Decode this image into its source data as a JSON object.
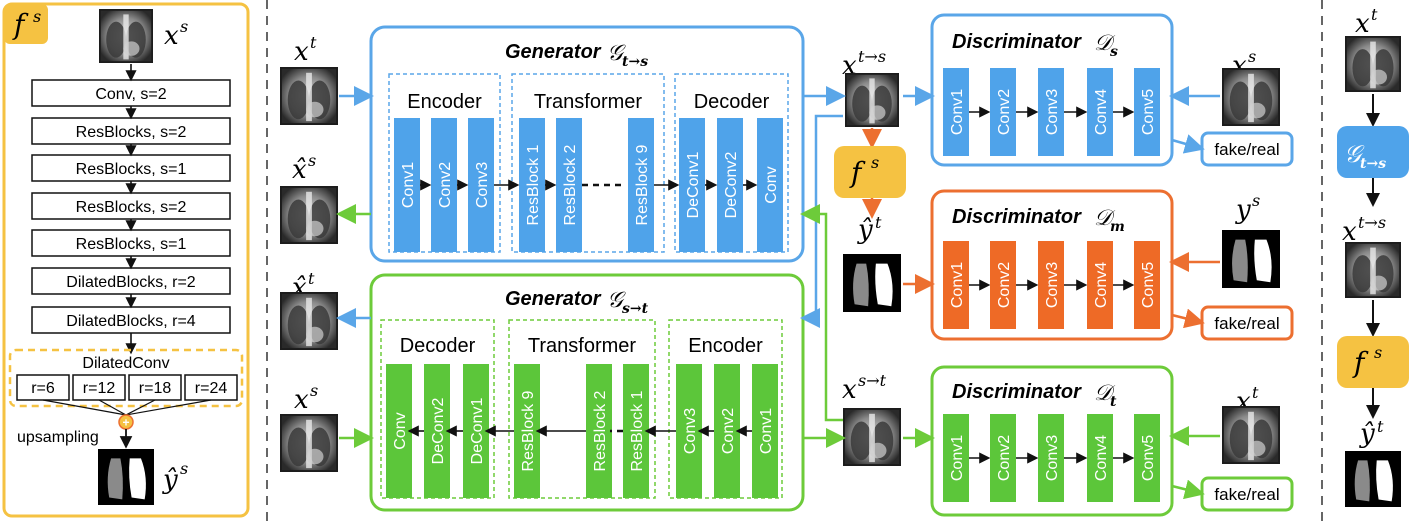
{
  "colors": {
    "yellow": "#F5C242",
    "blue": "#5AA6E8",
    "orange": "#EC6F30",
    "green": "#6DCB3A",
    "block_blue": "#4FA3EA",
    "block_orange": "#EE6A26",
    "block_green": "#5CC63A"
  },
  "seg": {
    "title": "f",
    "title_sup": "s",
    "input_label": "x",
    "input_sup": "s",
    "layers": [
      "Conv, s=2",
      "ResBlocks, s=2",
      "ResBlocks, s=1",
      "ResBlocks, s=2",
      "ResBlocks, s=1",
      "DilatedBlocks, r=2",
      "DilatedBlocks, r=4"
    ],
    "dilated_conv": "DilatedConv",
    "rates": [
      "r=6",
      "r=12",
      "r=18",
      "r=24"
    ],
    "upsampling": "upsampling",
    "plus": "+",
    "output_label": "ŷ",
    "output_sup": "s"
  },
  "gen_ts": {
    "title": "Generator",
    "math": "𝒢",
    "sub": "t→s",
    "sections": [
      "Encoder",
      "Transformer",
      "Decoder"
    ],
    "blocks": [
      "Conv1",
      "Conv2",
      "Conv3",
      "ResBlock 1",
      "ResBlock 2",
      "ResBlock 9",
      "DeConv1",
      "DeConv2",
      "Conv"
    ]
  },
  "gen_st": {
    "title": "Generator",
    "math": "𝒢",
    "sub": "s→t",
    "sections": [
      "Decoder",
      "Transformer",
      "Encoder"
    ],
    "blocks": [
      "Conv",
      "DeConv2",
      "DeConv1",
      "ResBlock 9",
      "ResBlock 2",
      "ResBlock 1",
      "Conv3",
      "Conv2",
      "Conv1"
    ]
  },
  "disc_s": {
    "title": "Discriminator",
    "math": "𝒟",
    "sub": "s",
    "blocks": [
      "Conv1",
      "Conv2",
      "Conv3",
      "Conv4",
      "Conv5"
    ],
    "out": "fake/real"
  },
  "disc_m": {
    "title": "Discriminator",
    "math": "𝒟",
    "sub": "m",
    "blocks": [
      "Conv1",
      "Conv2",
      "Conv3",
      "Conv4",
      "Conv5"
    ],
    "out": "fake/real"
  },
  "disc_t": {
    "title": "Discriminator",
    "math": "𝒟",
    "sub": "t",
    "blocks": [
      "Conv1",
      "Conv2",
      "Conv3",
      "Conv4",
      "Conv5"
    ],
    "out": "fake/real"
  },
  "labels": {
    "x_t_in": "x",
    "x_t_in_sup": "t",
    "xhat_s": "x̂",
    "xhat_s_sup": "s",
    "xhat_t": "x̂",
    "xhat_t_sup": "t",
    "x_s_in": "x",
    "x_s_in_sup": "s",
    "x_ts": "x",
    "x_ts_sup": "t→s",
    "f_mid": "f",
    "f_mid_sup": "s",
    "yhat_t": "ŷ",
    "yhat_t_sup": "t",
    "x_st": "x",
    "x_st_sup": "s→t",
    "x_s_right": "x",
    "x_s_right_sup": "s",
    "y_s": "y",
    "y_s_sup": "s",
    "x_t_right": "x",
    "x_t_right_sup": "t"
  },
  "inference": {
    "x": "x",
    "x_sup": "t",
    "g": "𝒢",
    "g_sub": "t→s",
    "x2": "x",
    "x2_sup": "t→s",
    "f": "f",
    "f_sup": "s",
    "y": "ŷ",
    "y_sup": "t"
  }
}
